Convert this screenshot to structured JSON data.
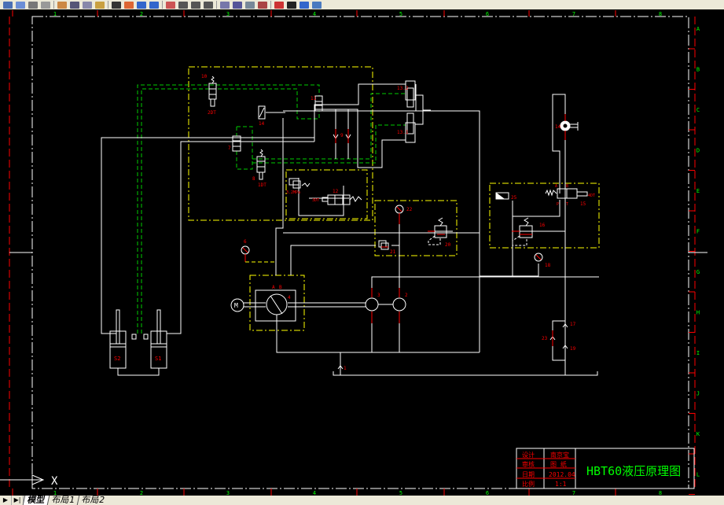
{
  "toolbar": {
    "icons": [
      "open-icon",
      "save-icon",
      "print-icon",
      "preview-icon",
      "publish-icon",
      "cut-icon",
      "copy-icon",
      "paste-icon",
      "match-properties-icon",
      "block-editor-icon",
      "undo-icon",
      "redo-icon",
      "pan-icon",
      "zoom-realtime-icon",
      "zoom-window-icon",
      "zoom-previous-icon",
      "properties-icon",
      "design-center-icon",
      "tool-palettes-icon",
      "sheet-set-icon",
      "markup-icon",
      "calculator-icon",
      "help-icon",
      "layer-icon"
    ]
  },
  "frame": {
    "columns": [
      "1",
      "2",
      "3",
      "4",
      "5",
      "6",
      "7",
      "8"
    ],
    "rows": [
      "A",
      "B",
      "C",
      "D",
      "E",
      "F",
      "G",
      "H",
      "I",
      "J",
      "K",
      "L"
    ]
  },
  "labels": {
    "v10": "10",
    "v2dt": "2DT",
    "v11": "11",
    "v14": "14",
    "v7": "7",
    "v8": "8",
    "v1dt": "1DT",
    "v9": "9",
    "c132": "13.2",
    "c131": "13.1",
    "p32": "3.2MPa",
    "v12": "12",
    "v3dt": "3DT",
    "g22": "22",
    "r20": "20",
    "v21": "21",
    "g6": "6",
    "pA": "A",
    "pB": "B",
    "p4": "4",
    "motor": "M",
    "p3": "3",
    "p2": "2",
    "t1": "1",
    "m14": "14",
    "v15": "15",
    "v4dt": "4DT",
    "vA": "A",
    "vB": "B",
    "vP": "P",
    "vT": "T",
    "v25": "25",
    "r16": "16",
    "g18": "18",
    "k17": "17",
    "k19": "19",
    "k23": "23",
    "s1": "S1",
    "s2": "S2"
  },
  "title_block": {
    "rows": [
      {
        "label": "设计",
        "value": "南京宝"
      },
      {
        "label": "审核",
        "value": "图 纸"
      },
      {
        "label": "日期",
        "value": "2012.04"
      },
      {
        "label": "比例",
        "value": "1:1"
      }
    ],
    "title": "HBT60液压原理图"
  },
  "ucs": {
    "x_label": "X"
  },
  "tabs": [
    {
      "label": "模型",
      "active": true
    },
    {
      "label": "布局1",
      "active": false
    },
    {
      "label": "布局2",
      "active": false
    }
  ],
  "colors": {
    "background": "#000000",
    "lines": "#ffffff",
    "pilot": "#00cc00",
    "groups": "#ffff00",
    "labels": "#ff0000",
    "frame_text": "#00ff00"
  }
}
